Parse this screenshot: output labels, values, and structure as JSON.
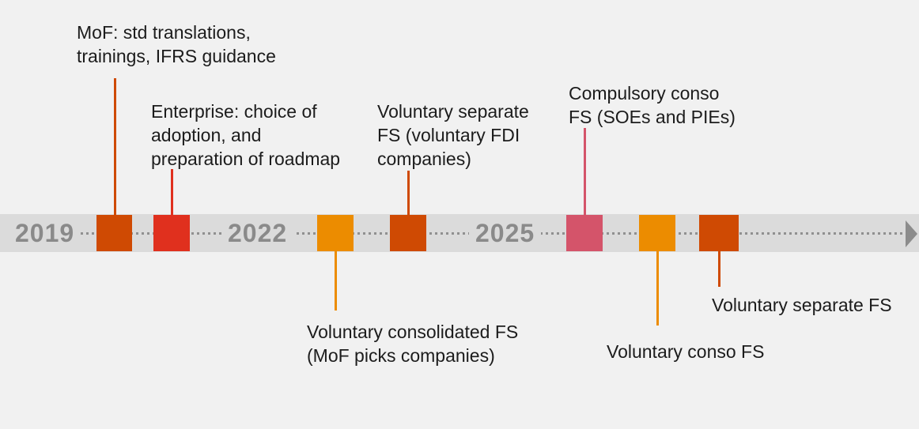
{
  "timeline": {
    "years": [
      "2019",
      "2022",
      "2025"
    ],
    "arrow_icon": "right-arrowhead"
  },
  "colors": {
    "dark_orange": "#cf4a03",
    "red": "#e0301e",
    "amber": "#ec8c00",
    "rose": "#d4546a",
    "band_gray": "#dbdbdb",
    "year_text_gray": "#8a8a8a",
    "dot_gray": "#909090",
    "background": "#f1f1f1"
  },
  "markers": [
    {
      "color": "#cf4a03",
      "label_position": "above",
      "lines": [
        "MoF: std translations,",
        "trainings, IFRS guidance"
      ]
    },
    {
      "color": "#e0301e",
      "label_position": "above",
      "lines": [
        "Enterprise: choice of",
        "adoption, and",
        "preparation of roadmap"
      ]
    },
    {
      "color": "#ec8c00",
      "label_position": "below",
      "lines": [
        "Voluntary consolidated FS",
        "(MoF picks companies)"
      ]
    },
    {
      "color": "#cf4a03",
      "label_position": "above",
      "lines": [
        "Voluntary separate",
        "FS (voluntary FDI",
        "companies)"
      ]
    },
    {
      "color": "#d4546a",
      "label_position": "above",
      "lines": [
        "Compulsory conso",
        "FS (SOEs and PIEs)"
      ]
    },
    {
      "color": "#ec8c00",
      "label_position": "below",
      "lines": [
        "Voluntary conso FS"
      ]
    },
    {
      "color": "#cf4a03",
      "label_position": "below",
      "lines": [
        "Voluntary separate FS"
      ]
    }
  ]
}
